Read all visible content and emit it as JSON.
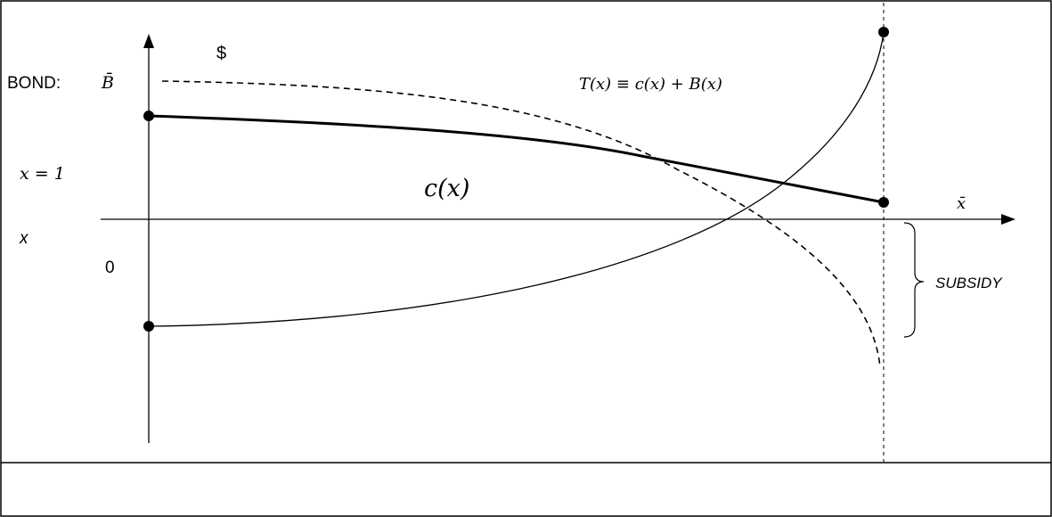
{
  "diagram": {
    "y_axis_label": "$",
    "bond_label": "BOND: ",
    "bond_symbol": "B̄",
    "x_equals_label": "x = 1",
    "x_label": "x",
    "origin_label": "0",
    "total_label": "T(x) ≡ c(x) + B(x)",
    "cost_label": "c(x)",
    "xbar_label": "x̄",
    "subsidy_label": "SUBSIDY"
  }
}
